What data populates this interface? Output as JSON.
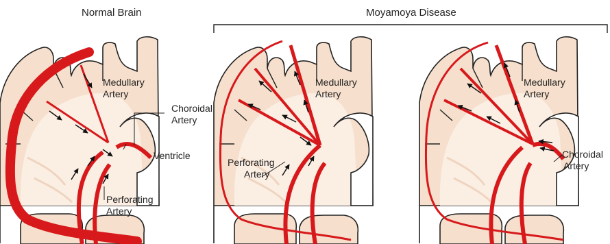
{
  "titles": {
    "normal": "Normal Brain",
    "moyamoya": "Moyamoya Disease"
  },
  "panel1": {
    "medullary_line1": "Medullary",
    "medullary_line2": "Artery",
    "choroidal_line1": "Choroidal",
    "choroidal_line2": "Artery",
    "ventricle": "Ventricle",
    "perforating_line1": "Perforating",
    "perforating_line2": "Artery"
  },
  "panel2": {
    "medullary_line1": "Medullary",
    "medullary_line2": "Artery",
    "perforating_line1": "Perforating",
    "perforating_line2": "Artery"
  },
  "panel3": {
    "medullary_line1": "Medullary",
    "medullary_line2": "Artery",
    "choroidal_line1": "Choroidal",
    "choroidal_line2": "Artery"
  },
  "colors": {
    "artery": "#d7191c",
    "tissue": "#f6dfcc",
    "tissue_inner": "#fbeee3",
    "outline": "#222222"
  }
}
